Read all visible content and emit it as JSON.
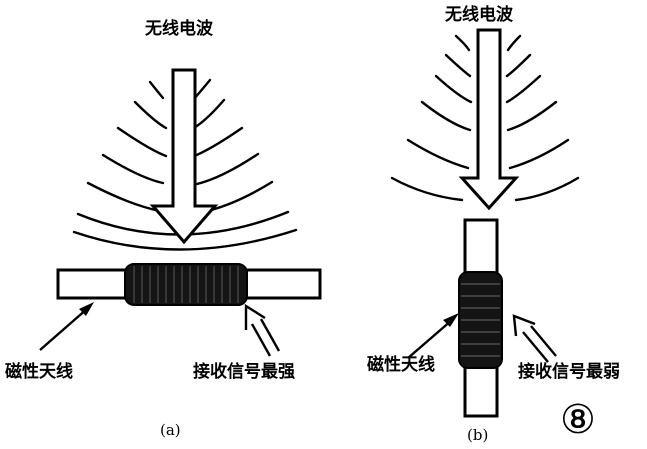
{
  "panel_a": {
    "wave_label": "无线电波",
    "antenna_label": "磁性天线",
    "signal_label": "接收信号最强",
    "caption": "(a)"
  },
  "panel_b": {
    "wave_label": "无线电波",
    "antenna_label": "磁性天线",
    "signal_label": "接收信号最弱",
    "caption": "(b)"
  },
  "figure_number": "⑧"
}
